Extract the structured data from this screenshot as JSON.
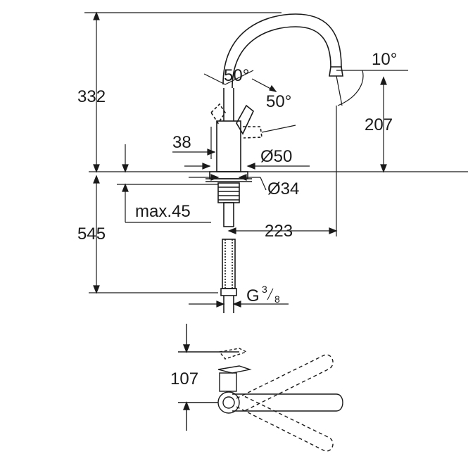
{
  "labels": {
    "height_upper": "332",
    "height_lower": "545",
    "angle_top": "10°",
    "spout_height": "207",
    "lever_angle_left": "50°",
    "lever_angle_right": "50°",
    "base_offset": "38",
    "base_diameter": "Ø50",
    "hole_diameter": "Ø34",
    "max_thickness": "max.45",
    "reach": "223",
    "thread_prefix": "G",
    "thread_num": "3",
    "thread_den": "8",
    "lever_clearance": "107"
  },
  "colors": {
    "line": "#1a1a1a",
    "background": "#ffffff"
  }
}
